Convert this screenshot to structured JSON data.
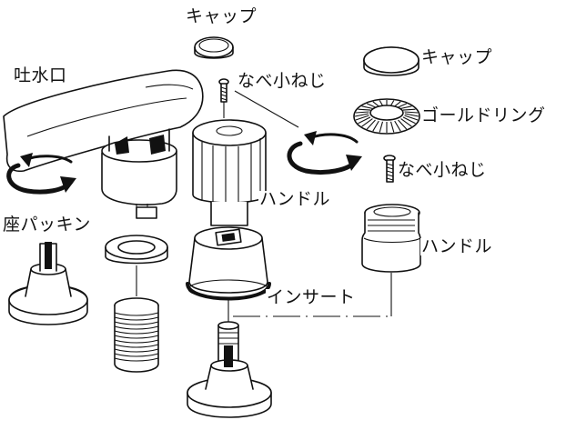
{
  "labels": {
    "spout": "吐水口",
    "cap_left": "キャップ",
    "screw_left": "なべ小ねじ",
    "handle_left": "ハンドル",
    "seat_packing": "座パッキン",
    "insert": "インサート",
    "cap_right": "キャップ",
    "gold_ring": "ゴールドリング",
    "screw_right": "なべ小ねじ",
    "handle_right": "ハンドル"
  }
}
